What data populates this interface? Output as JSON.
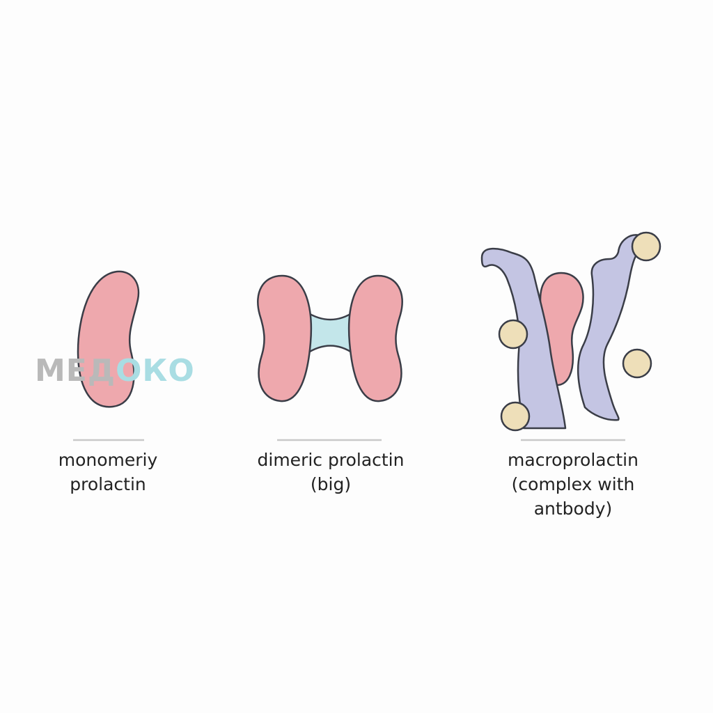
{
  "diagram": {
    "items": [
      {
        "id": "monomeric",
        "label_lines": [
          "monomeriy",
          "prolactin"
        ]
      },
      {
        "id": "dimeric",
        "label_lines": [
          "dimeric prolactin",
          "(big)"
        ]
      },
      {
        "id": "macro",
        "label_lines": [
          "macroprolactin",
          "(complex with",
          "antbody)"
        ]
      }
    ]
  },
  "watermark": {
    "part1": "МЕД",
    "part2": "ОКО"
  },
  "colors": {
    "prolactin": "#eea8ad",
    "linker": "#c3e6ea",
    "antibody": "#c4c5e3",
    "complement": "#eedfb9",
    "outline": "#3a3d47",
    "divider": "#c9c9c9"
  }
}
